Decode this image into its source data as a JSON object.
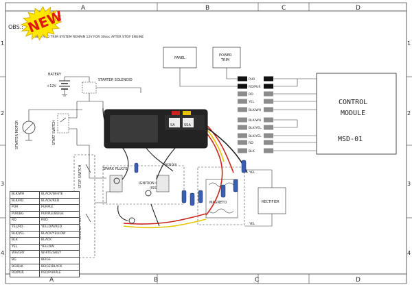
{
  "badge": {
    "text": "NEW",
    "bg": "#ffe700",
    "fg": "#e0190f"
  },
  "grid": {
    "columns": [
      "A",
      "B",
      "C",
      "D"
    ],
    "rows": [
      "1",
      "2",
      "3",
      "4"
    ]
  },
  "notes": {
    "header": "OBS.:",
    "line": "PANEL AND TRIM SYSTEM REMAIN 12V FOR 30sec AFTER STOP ENGINE"
  },
  "components": {
    "panel": "PANEL",
    "power_trim": [
      "POWER",
      "TRIM"
    ],
    "battery": "BATERY",
    "battery_voltage": "+12V",
    "starter_solenoid": "STARTER SOLENOID",
    "starter_motor": "STARTER MOTOR",
    "start_switch": "START SWITCH",
    "stop_switch": "STOP SWITCH",
    "security_key": "SECURITY KEY",
    "spark_plugs": "SPARK PLUG'S",
    "ignition_coil": [
      "IGNITION COIL",
      "(ISS)"
    ],
    "magneto": "MAGNETO",
    "rectifier": "RECTIFIER",
    "bendix": "BENDIX",
    "control_module": [
      "CONTROL",
      "MODULE",
      "MSD-01"
    ],
    "box_labels": [
      "SA",
      "SSA"
    ],
    "yel_label": "YEL"
  },
  "connector_labels": [
    "PUR",
    "RD/PUR",
    "RD",
    "YEL",
    "BLK/WH",
    "BLK/WH",
    "BLK/YEL",
    "BLK/YEL",
    "RD",
    "BLK"
  ],
  "legend": [
    [
      "BLK/WH",
      "BLACK/WHITE"
    ],
    [
      "BLK/RD",
      "BLACK/RED"
    ],
    [
      "PUR",
      "PURPLE"
    ],
    [
      "PUR/BG",
      "PURPLE/BEIGE"
    ],
    [
      "RD",
      "RED"
    ],
    [
      "YEL/RD",
      "YELLOW/RED"
    ],
    [
      "BLK/YEL",
      "BLACK/YELLOW"
    ],
    [
      "BLK",
      "BLACK"
    ],
    [
      "YEL",
      "YELLOW"
    ],
    [
      "WH/GRY",
      "WHITE/GREY"
    ],
    [
      "BG",
      "BEIGE"
    ],
    [
      "BG/BLK",
      "BEIGE/BLACK"
    ],
    [
      "RD/PUR",
      "RED/PURPLE"
    ]
  ],
  "colors": {
    "red_wire": "#c8241c",
    "yellow_wire": "#e8c400",
    "black_wire": "#1a1a1a",
    "blue_terminal": "#3a5fb0",
    "frame": "#555555"
  }
}
